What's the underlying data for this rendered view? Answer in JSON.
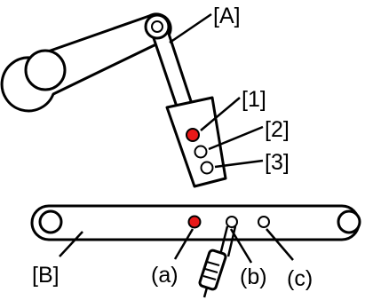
{
  "labels": {
    "link_a": "[A]",
    "link_b": "[B]",
    "hole_1": "[1]",
    "hole_2": "[2]",
    "hole_3": "[3]",
    "hole_a": "(a)",
    "hole_b": "(b)",
    "hole_c": "(c)"
  },
  "colors": {
    "highlight": "#e81818",
    "outline": "#000000",
    "fill": "#ffffff"
  }
}
